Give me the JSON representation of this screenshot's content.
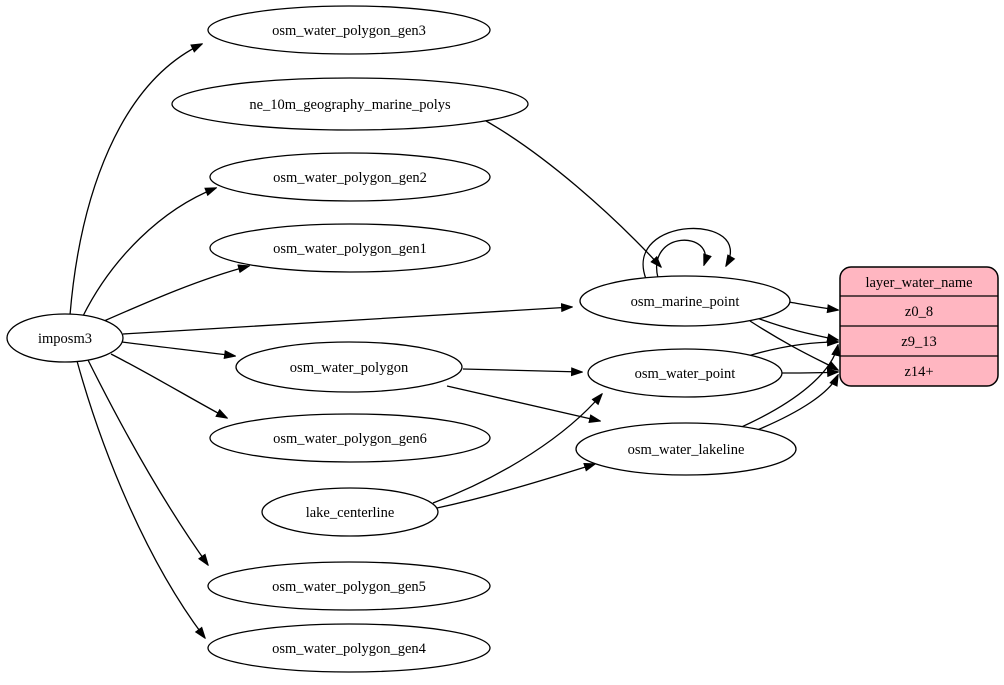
{
  "diagram": {
    "background_color": "#ffffff",
    "edge_color": "#000000",
    "node_fill_color": "#ffffff",
    "node_border_color": "#000000",
    "record_fill_color": "#ffb6c1",
    "text_color": "#000000",
    "nodes": {
      "osm_water_polygon_gen3": {
        "label": "osm_water_polygon_gen3"
      },
      "ne_10m_geography_marine_polys": {
        "label": "ne_10m_geography_marine_polys"
      },
      "osm_water_polygon_gen2": {
        "label": "osm_water_polygon_gen2"
      },
      "osm_water_polygon_gen1": {
        "label": "osm_water_polygon_gen1"
      },
      "imposm3": {
        "label": "imposm3"
      },
      "osm_water_polygon": {
        "label": "osm_water_polygon"
      },
      "osm_water_polygon_gen6": {
        "label": "osm_water_polygon_gen6"
      },
      "lake_centerline": {
        "label": "lake_centerline"
      },
      "osm_water_polygon_gen5": {
        "label": "osm_water_polygon_gen5"
      },
      "osm_water_polygon_gen4": {
        "label": "osm_water_polygon_gen4"
      },
      "osm_marine_point": {
        "label": "osm_marine_point"
      },
      "osm_water_point": {
        "label": "osm_water_point"
      },
      "osm_water_lakeline": {
        "label": "osm_water_lakeline"
      }
    },
    "record": {
      "title": "layer_water_name",
      "rows": [
        "z0_8",
        "z9_13",
        "z14+"
      ]
    },
    "edges": [
      {
        "from": "imposm3",
        "to": "osm_water_polygon_gen3"
      },
      {
        "from": "imposm3",
        "to": "osm_water_polygon_gen2"
      },
      {
        "from": "imposm3",
        "to": "osm_water_polygon_gen1"
      },
      {
        "from": "imposm3",
        "to": "osm_marine_point"
      },
      {
        "from": "imposm3",
        "to": "osm_water_polygon"
      },
      {
        "from": "imposm3",
        "to": "osm_water_polygon_gen6"
      },
      {
        "from": "imposm3",
        "to": "osm_water_polygon_gen5"
      },
      {
        "from": "imposm3",
        "to": "osm_water_polygon_gen4"
      },
      {
        "from": "ne_10m_geography_marine_polys",
        "to": "osm_marine_point"
      },
      {
        "from": "osm_marine_point",
        "to": "osm_marine_point"
      },
      {
        "from": "osm_marine_point",
        "to": "osm_marine_point"
      },
      {
        "from": "osm_marine_point",
        "to": "layer_water_name:z0_8"
      },
      {
        "from": "osm_marine_point",
        "to": "layer_water_name:z9_13"
      },
      {
        "from": "osm_marine_point",
        "to": "layer_water_name:z14+"
      },
      {
        "from": "osm_water_point",
        "to": "layer_water_name:z9_13"
      },
      {
        "from": "osm_water_point",
        "to": "layer_water_name:z14+"
      },
      {
        "from": "osm_water_lakeline",
        "to": "layer_water_name:z9_13"
      },
      {
        "from": "osm_water_lakeline",
        "to": "layer_water_name:z14+"
      },
      {
        "from": "osm_water_polygon",
        "to": "osm_water_point"
      },
      {
        "from": "osm_water_polygon",
        "to": "osm_water_lakeline"
      },
      {
        "from": "lake_centerline",
        "to": "osm_water_point"
      },
      {
        "from": "lake_centerline",
        "to": "osm_water_lakeline"
      }
    ]
  }
}
